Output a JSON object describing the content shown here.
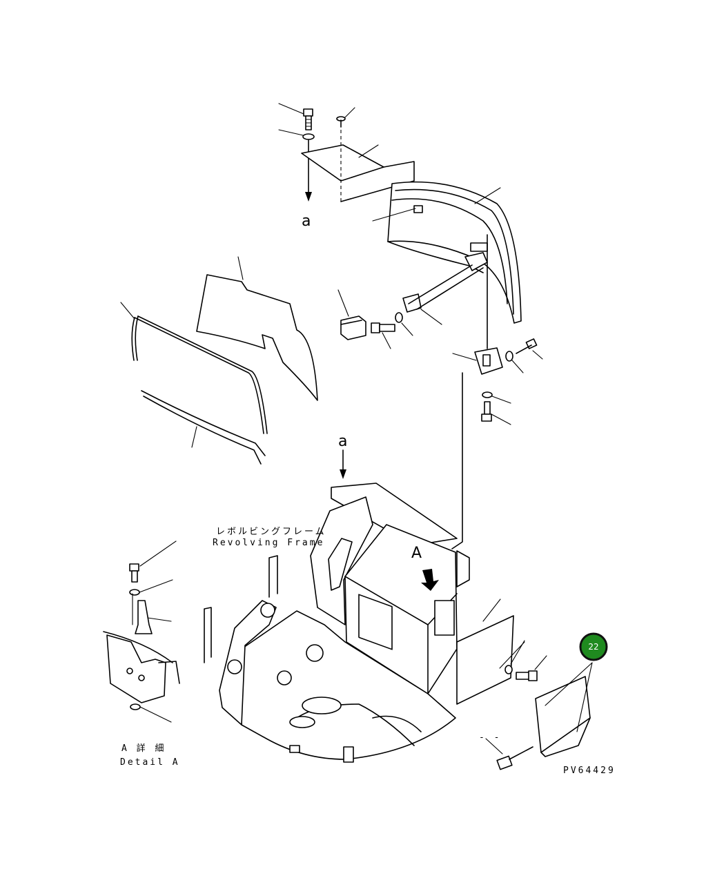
{
  "labels": {
    "view_a_top": "a",
    "view_a_frame": "a",
    "arrow_A": "A",
    "frame_jp": "レボルビングフレーム",
    "frame_en": "Revolving Frame",
    "detail_jp": "A 詳 細",
    "detail_en": "Detail A",
    "drawing_code": "PV64429",
    "bolt_dash": "- -"
  },
  "badge": {
    "number": "22",
    "color": "#1f8a1f"
  }
}
